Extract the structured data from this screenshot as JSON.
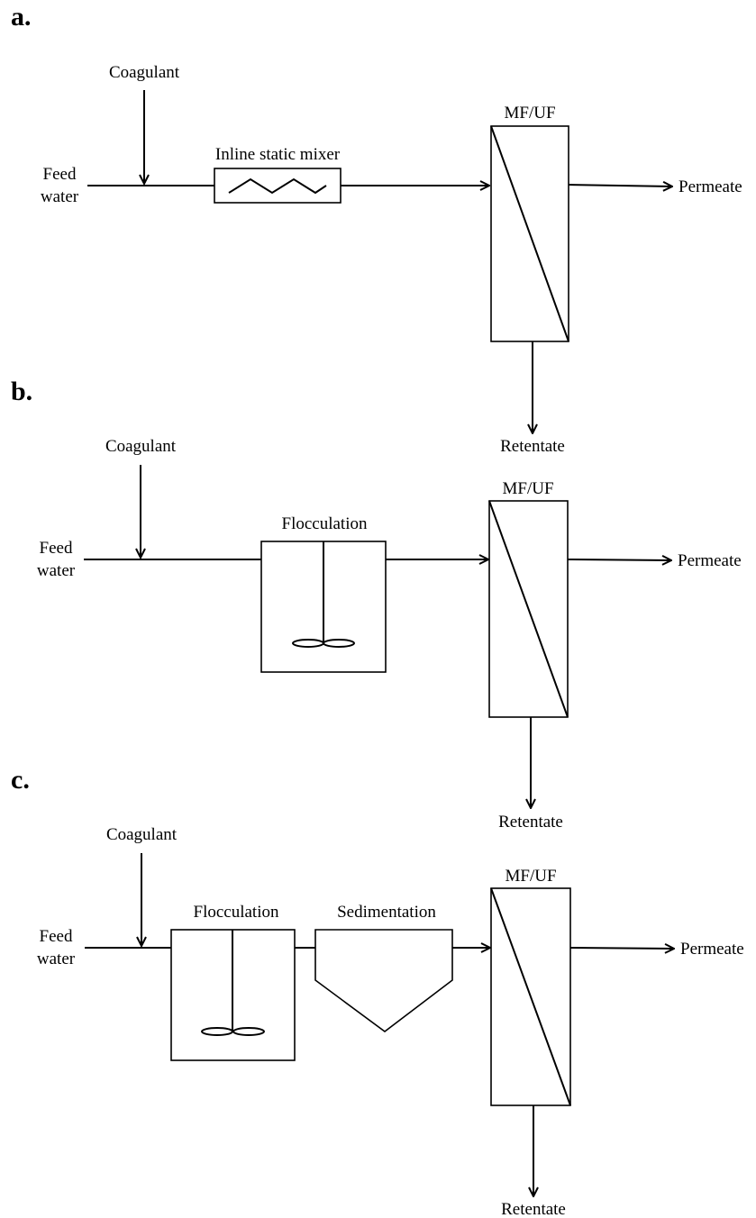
{
  "panels": [
    {
      "label": "a.",
      "coagulant": "Coagulant",
      "feed_line1": "Feed",
      "feed_line2": "water",
      "unit1": "Inline static mixer",
      "membrane": "MF/UF",
      "permeate": "Permeate",
      "retentate": "Retentate"
    },
    {
      "label": "b.",
      "coagulant": "Coagulant",
      "feed_line1": "Feed",
      "feed_line2": "water",
      "unit1": "Flocculation",
      "membrane": "MF/UF",
      "permeate": "Permeate",
      "retentate": "Retentate"
    },
    {
      "label": "c.",
      "coagulant": "Coagulant",
      "feed_line1": "Feed",
      "feed_line2": "water",
      "unit1": "Flocculation",
      "unit2": "Sedimentation",
      "membrane": "MF/UF",
      "permeate": "Permeate",
      "retentate": "Retentate"
    }
  ]
}
